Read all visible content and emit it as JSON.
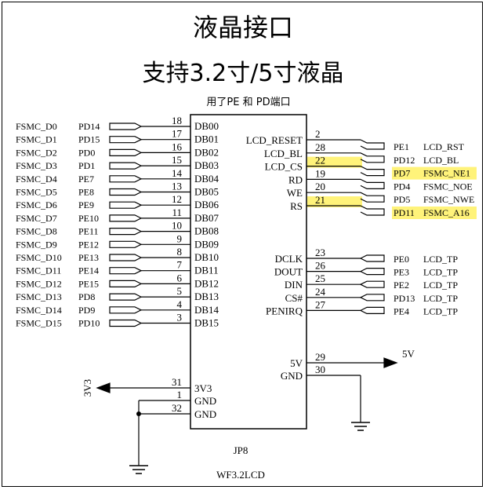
{
  "title_main": "液晶接口",
  "title_sub": "支持3.2寸/5寸液晶",
  "chip": {
    "note": "用了PE 和 PD端口",
    "designator": "JP8",
    "part": "WF3.2LCD",
    "highlight_color": "#fff37a",
    "left_pins": [
      {
        "sig": "FSMC_D0",
        "port": "PD14",
        "num": "18",
        "label": "DB00"
      },
      {
        "sig": "FSMC_D1",
        "port": "PD15",
        "num": "17",
        "label": "DB01"
      },
      {
        "sig": "FSMC_D2",
        "port": "PD0",
        "num": "16",
        "label": "DB02"
      },
      {
        "sig": "FSMC_D3",
        "port": "PD1",
        "num": "15",
        "label": "DB03"
      },
      {
        "sig": "FSMC_D4",
        "port": "PE7",
        "num": "14",
        "label": "DB04"
      },
      {
        "sig": "FSMC_D5",
        "port": "PE8",
        "num": "13",
        "label": "DB05"
      },
      {
        "sig": "FSMC_D6",
        "port": "PE9",
        "num": "12",
        "label": "DB06"
      },
      {
        "sig": "FSMC_D7",
        "port": "PE10",
        "num": "11",
        "label": "DB07"
      },
      {
        "sig": "FSMC_D8",
        "port": "PE11",
        "num": "10",
        "label": "DB08"
      },
      {
        "sig": "FSMC_D9",
        "port": "PE12",
        "num": "9",
        "label": "DB09"
      },
      {
        "sig": "FSMC_D10",
        "port": "PE13",
        "num": "8",
        "label": "DB10"
      },
      {
        "sig": "FSMC_D11",
        "port": "PE14",
        "num": "7",
        "label": "DB11"
      },
      {
        "sig": "FSMC_D12",
        "port": "PE15",
        "num": "6",
        "label": "DB12"
      },
      {
        "sig": "FSMC_D13",
        "port": "PD8",
        "num": "5",
        "label": "DB13"
      },
      {
        "sig": "FSMC_D14",
        "port": "PD9",
        "num": "4",
        "label": "DB14"
      },
      {
        "sig": "FSMC_D15",
        "port": "PD10",
        "num": "3",
        "label": "DB15"
      }
    ],
    "right_ctrl": [
      {
        "label": "LCD_RESET",
        "num": "2",
        "port": "PE1",
        "sig": "LCD_RST",
        "hl": false
      },
      {
        "label": "LCD_BL",
        "num": "28",
        "port": "PD12",
        "sig": "LCD_BL",
        "hl": false
      },
      {
        "label": "LCD_CS",
        "num": "22",
        "port": "PD7",
        "sig": "FSMC_NE1",
        "hl": true
      },
      {
        "label": "RD",
        "num": "19",
        "port": "PD4",
        "sig": "FSMC_NOE",
        "hl": false
      },
      {
        "label": "WE",
        "num": "20",
        "port": "PD5",
        "sig": "FSMC_NWE",
        "hl": false
      },
      {
        "label": "RS",
        "num": "21",
        "port": "PD11",
        "sig": "FSMC_A16",
        "hl": true
      }
    ],
    "right_touch": [
      {
        "label": "DCLK",
        "num": "23",
        "port": "PE0",
        "sig": "LCD_TP"
      },
      {
        "label": "DOUT",
        "num": "26",
        "port": "PE3",
        "sig": "LCD_TP"
      },
      {
        "label": "DIN",
        "num": "25",
        "port": "PE2",
        "sig": "LCD_TP"
      },
      {
        "label": "CS#",
        "num": "24",
        "port": "PD13",
        "sig": "LCD_TP"
      },
      {
        "label": "PENIRQ",
        "num": "27",
        "port": "PE4",
        "sig": "LCD_TP"
      }
    ],
    "right_power": [
      {
        "label": "5V",
        "num": "29"
      },
      {
        "label": "GND",
        "num": "30"
      }
    ],
    "power_net_5v": "5V",
    "left_power": [
      {
        "label": "3V3",
        "num": "31"
      },
      {
        "label": "GND",
        "num": "1"
      },
      {
        "label": "GND",
        "num": "32"
      }
    ],
    "power_net_3v3": "3V3"
  }
}
